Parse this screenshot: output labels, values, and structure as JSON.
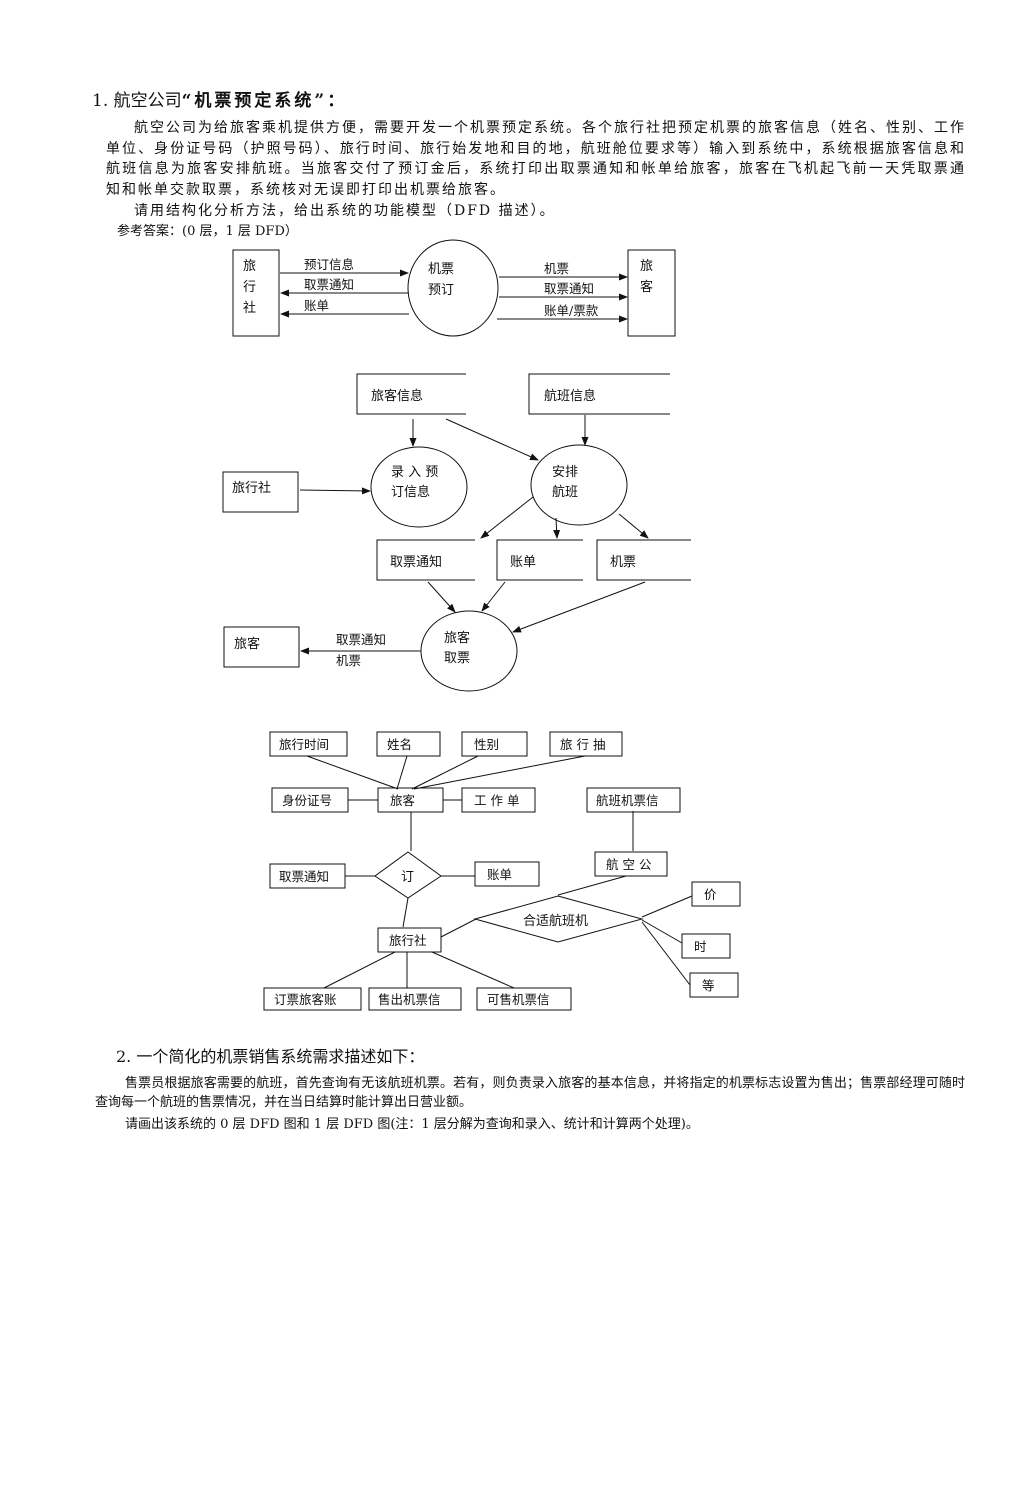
{
  "q1": {
    "number": "1.",
    "title_prefix": "航空公司",
    "title_bold": "“机票预定系统”：",
    "body": "航空公司为给旅客乘机提供方便，需要开发一个机票预定系统。各个旅行社把预定机票的旅客信息（姓名、性别、工作单位、身份证号码（护照号码）、旅行时间、旅行始发地和目的地，航班舱位要求等）输入到系统中，系统根据旅客信息和航班信息为旅客安排航班。当旅客交付了预订金后，系统打印出取票通知和帐单给旅客，旅客在飞机起飞前一天凭取票通知和帐单交款取票，系统核对无误即打印出机票给旅客。",
    "task": "请用结构化分析方法，给出系统的功能模型（DFD 描述）。",
    "answer": "参考答案：(0 层，1 层 DFD）"
  },
  "dfd0": {
    "left": [
      "旅",
      "行",
      "社"
    ],
    "process": [
      "机票",
      "预订"
    ],
    "right": [
      "旅",
      "客"
    ],
    "flows_left": [
      "预订信息",
      "取票通知",
      "账单"
    ],
    "flows_right": [
      "机票",
      "取票通知",
      "账单/票款"
    ]
  },
  "dfd1": {
    "store_passenger": "旅客信息",
    "store_flight": "航班信息",
    "agency": "旅行社",
    "proc_record": [
      "录 入 预",
      "订信息"
    ],
    "proc_arrange": [
      "安排",
      "航班"
    ],
    "store_notice": "取票通知",
    "store_bill": "账单",
    "store_ticket": "机票",
    "proc_pickup": [
      "旅客",
      "取票"
    ],
    "passenger": "旅客",
    "flow_out": [
      "取票通知",
      "机票"
    ]
  },
  "er": {
    "travel_time": "旅行时间",
    "name": "姓名",
    "gender": "性别",
    "travel_place": "旅 行 抽",
    "id_number": "身份证号",
    "passenger": "旅客",
    "work_unit": "工 作 单",
    "flight_ticket": "航班机票信",
    "pickup_notice": "取票通知",
    "order": "订",
    "bill": "账单",
    "airline": "航 空 公",
    "price": "价",
    "agency": "旅行社",
    "suitable_flight": "合适航班机",
    "time": "时",
    "class": "等",
    "order_account": "订票旅客账",
    "sold_tickets": "售出机票信",
    "available_tickets": "可售机票信"
  },
  "q2": {
    "title": "2. 一个简化的机票销售系统需求描述如下：",
    "body": "售票员根据旅客需要的航班，首先查询有无该航班机票。若有，则负责录入旅客的基本信息，并将指定的机票标志设置为售出；售票部经理可随时查询每一个航班的售票情况，并在当日结算时能计算出日营业额。",
    "task": "请画出该系统的 0 层 DFD 图和 1 层 DFD 图(注：1 层分解为查询和录入、统计和计算两个处理)。"
  }
}
